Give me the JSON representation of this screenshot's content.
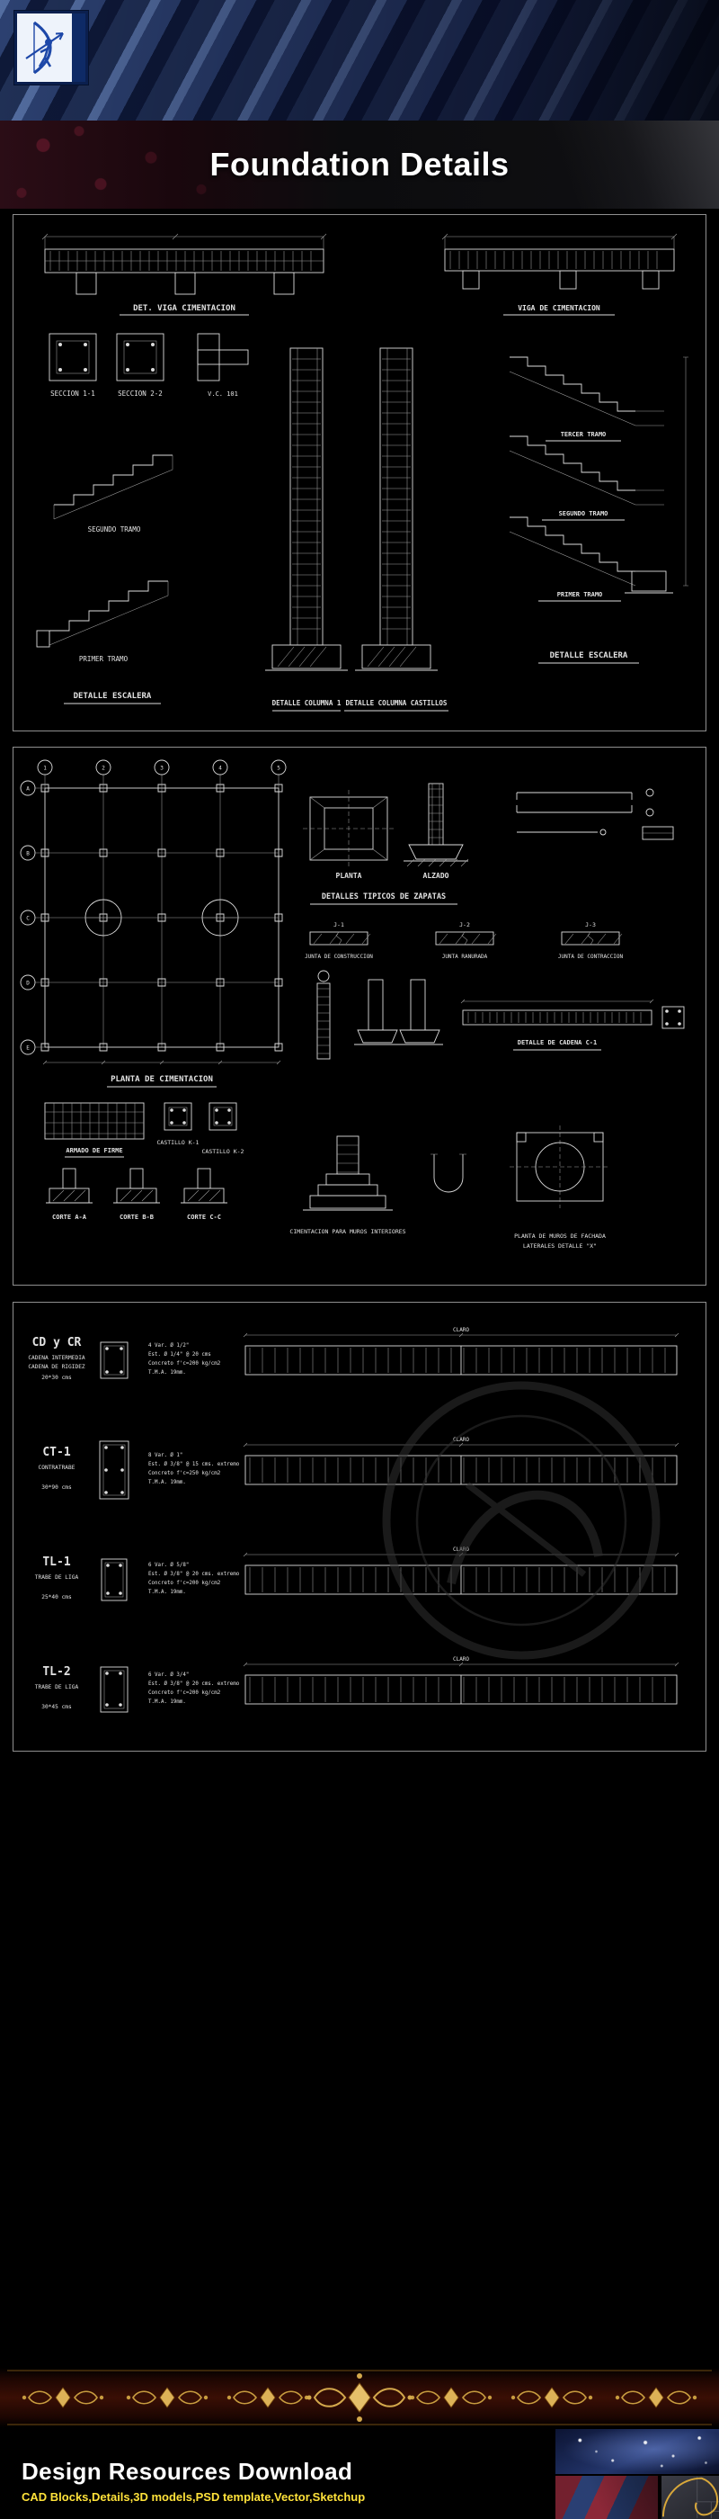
{
  "theme": {
    "background": "#000000",
    "cad_line": "#dcdcdc",
    "gold": "#d4a94c",
    "accent_yellow": "#ffe23a",
    "panel_border": "#8f8f8f",
    "steel_blue": "#31487c"
  },
  "header": {
    "title": "Foundation Details",
    "logo": "archer-logo"
  },
  "panel1": {
    "det_viga": "DET. VIGA CIMENTACION",
    "viga2": "VIGA DE CIMENTACION",
    "seccion1": "SECCION 1-1",
    "seccion2": "SECCION 2-2",
    "vc101": "V.C. 101",
    "segundo_tramo_l": "SEGUNDO TRAMO",
    "primer_tramo_l": "PRIMER TRAMO",
    "detalle_escalera_l": "DETALLE ESCALERA",
    "detalle_columna_1": "DETALLE COLUMNA 1",
    "detalle_columna_2": "DETALLE COLUMNA CASTILLOS",
    "tercer_tramo": "TERCER TRAMO",
    "segundo_tramo_r": "SEGUNDO TRAMO",
    "primer_tramo_r": "PRIMER TRAMO",
    "detalle_escalera_r": "DETALLE ESCALERA"
  },
  "panel2": {
    "axis_cols": [
      "1",
      "2",
      "3",
      "4",
      "5"
    ],
    "axis_rows": [
      "A",
      "B",
      "C",
      "D",
      "E"
    ],
    "planta_cimentacion": "PLANTA DE CIMENTACION",
    "planta": "PLANTA",
    "alzado": "ALZADO",
    "detalles_zapatas": "DETALLES TIPICOS DE ZAPATAS",
    "j1": "J-1",
    "j2": "J-2",
    "j3": "J-3",
    "junta1": "JUNTA DE CONSTRUCCION",
    "junta2": "JUNTA RANURADA",
    "junta3": "JUNTA DE CONTRACCION",
    "detalle_cadena": "DETALLE DE CADENA C-1",
    "armado_firme": "ARMADO DE FIRME",
    "castillo1": "CASTILLO K-1",
    "castillo2": "CASTILLO K-2",
    "corte_aa": "CORTE A-A",
    "corte_bb": "CORTE B-B",
    "corte_cc": "CORTE C-C",
    "cimentacion_muros": "CIMENTACION PARA MUROS INTERIORES",
    "planta_muros_1": "PLANTA DE MUROS DE FACHADA",
    "planta_muros_2": "LATERALES  DETALLE \"X\""
  },
  "panel3": {
    "rows": [
      {
        "code": "CD y CR",
        "name1": "CADENA INTERMEDIA",
        "name2": "CADENA DE RIGIDEZ",
        "size": "20*30 cms",
        "spec1": "4 Var. Ø 1/2\"",
        "spec2": "Est. Ø 1/4\" @ 20 cms",
        "spec3": "Concreto f'c=200 kg/cm2",
        "spec4": "T.M.A. 19mm.",
        "dim": "CLARO"
      },
      {
        "code": "CT-1",
        "name1": "CONTRATRABE",
        "name2": "",
        "size": "30*90 cms",
        "spec1": "8 Var. Ø 1\"",
        "spec2": "Est. Ø 3/8\" @ 15 cms. extremo",
        "spec3": "Concreto f'c=250 kg/cm2",
        "spec4": "T.M.A. 19mm.",
        "dim": "CLARO"
      },
      {
        "code": "TL-1",
        "name1": "TRABE DE LIGA",
        "name2": "",
        "size": "25*40 cms",
        "spec1": "6 Var. Ø 5/8\"",
        "spec2": "Est. Ø 3/8\" @ 20 cms. extremo",
        "spec3": "Concreto f'c=200 kg/cm2",
        "spec4": "T.M.A. 19mm.",
        "dim": "CLARO"
      },
      {
        "code": "TL-2",
        "name1": "TRABE DE LIGA",
        "name2": "",
        "size": "30*45 cms",
        "spec1": "6 Var. Ø 3/4\"",
        "spec2": "Est. Ø 3/8\" @ 20 cms. extremo",
        "spec3": "Concreto f'c=200 kg/cm2",
        "spec4": "T.M.A. 19mm.",
        "dim": "CLARO"
      }
    ]
  },
  "footer": {
    "title": "Design Resources Download",
    "subtitle": "CAD Blocks,Details,3D models,PSD template,Vector,Sketchup"
  }
}
